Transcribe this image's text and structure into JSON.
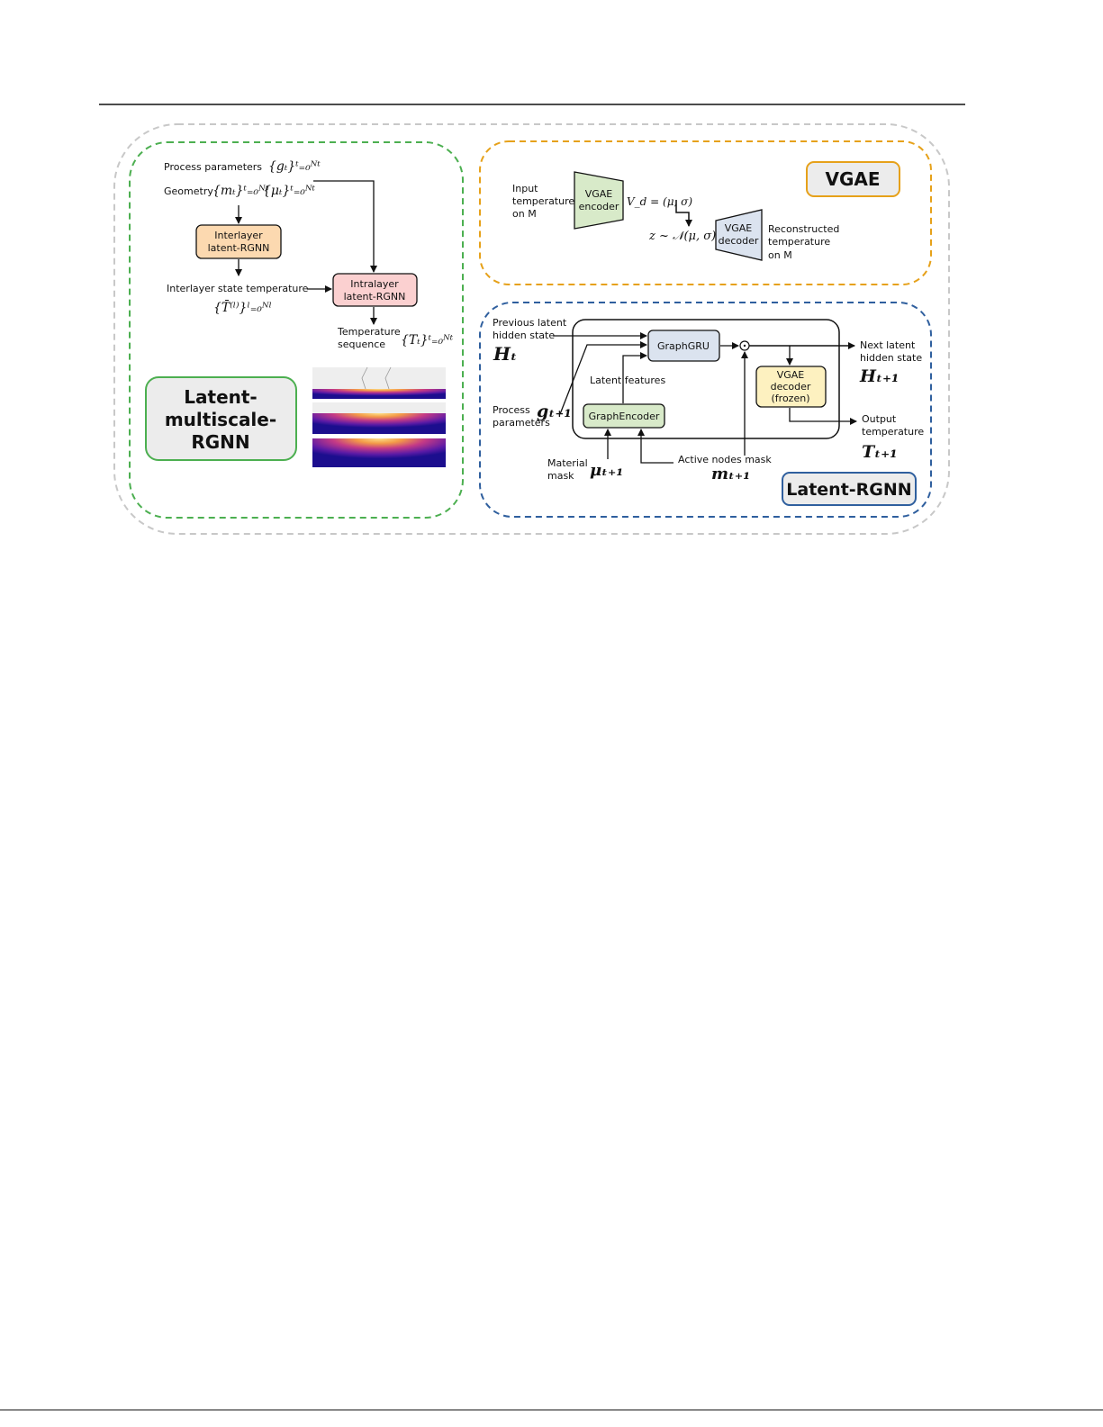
{
  "multiscale": {
    "process_parameters_label": "Process parameters",
    "process_parameters_math": "{gₜ}ᵗ₌₀ᴺᵗ",
    "geometry_label": "Geometry",
    "geometry_math_m": "{mₜ}ᵗ₌₀ᴺᵗ",
    "geometry_math_mu": "{μₜ}ᵗ₌₀ᴺᵗ",
    "interlayer_line1": "Interlayer",
    "interlayer_line2": "latent-RGNN",
    "intralayer_line1": "Intralayer",
    "intralayer_line2": "latent-RGNN",
    "interlayer_state_label": "Interlayer state temperature",
    "interlayer_state_math": "{T̄⁽ˡ⁾}ˡ₌₀ᴺˡ",
    "temperature_sequence_line1": "Temperature",
    "temperature_sequence_line2": "sequence",
    "temperature_sequence_math": "{Tₜ}ᵗ₌₀ᴺᵗ",
    "badge_line1": "Latent-",
    "badge_line2": "multiscale-",
    "badge_line3": "RGNN"
  },
  "vgae": {
    "input_line1": "Input",
    "input_line2": "temperature",
    "input_line3": "on M",
    "encoder_line1": "VGAE",
    "encoder_line2": "encoder",
    "vd_math": "V_d = (μ, σ)",
    "z_math": "z ~ 𝒩(μ, σ)",
    "decoder_line1": "VGAE",
    "decoder_line2": "decoder",
    "output_line1": "Reconstructed",
    "output_line2": "temperature",
    "output_line3": "on M",
    "badge": "VGAE"
  },
  "rgnn": {
    "prev_line1": "Previous latent",
    "prev_line2": "hidden state",
    "prev_math": "Hₜ",
    "graphgru": "GraphGRU",
    "latent_features": "Latent features",
    "graphencoder": "GraphEncoder",
    "process_line1": "Process",
    "process_line2": "parameters",
    "process_math": "gₜ₊₁",
    "decoder_line1": "VGAE",
    "decoder_line2": "decoder",
    "decoder_line3": "(frozen)",
    "next_line1": "Next latent",
    "next_line2": "hidden state",
    "next_math": "Hₜ₊₁",
    "output_line1": "Output",
    "output_line2": "temperature",
    "output_math": "Tₜ₊₁",
    "material_line1": "Material",
    "material_line2": "mask",
    "material_math": "μₜ₊₁",
    "active_label": "Active nodes mask",
    "active_math": "mₜ₊₁",
    "badge": "Latent-RGNN"
  },
  "colors": {
    "green_dash": "#4caf50",
    "orange_dash": "#e6a11a",
    "blue_dash": "#2f5f9e",
    "gray_dash": "#c8c8c8",
    "interlayer_fill": "#fcd9b0",
    "intralayer_fill": "#fbd0d0",
    "encoder_fill": "#d8eac9",
    "decoder_fill": "#dbe3ef",
    "frozen_fill": "#fdf1c0",
    "badge_fill": "#ececec"
  }
}
